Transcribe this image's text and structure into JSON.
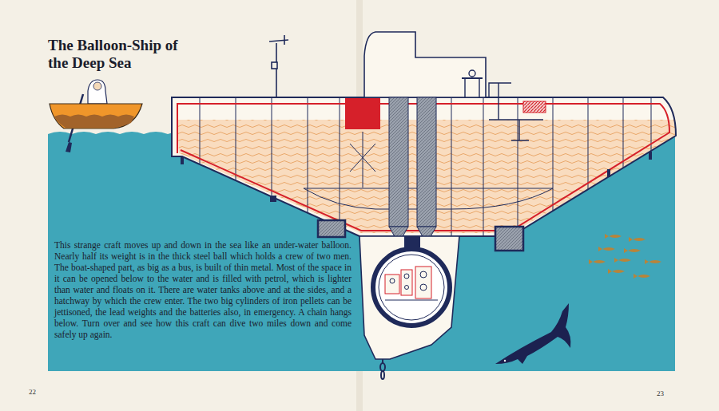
{
  "diagram": {
    "title": "The Balloon-Ship of the Deep Sea",
    "labels": [
      "This strange craft moves up and down in the sea like an under-water balloon. Nearly half its weight is in the thick steel ball which holds a crew of two men. The boat-shaped part, as big as a bus, is built of thin metal. Most of the space in it can be opened below to the water and is filled with petrol, which is lighter than water and floats on it. There are water tanks above and at the sides, and a hatchway by which the crew enter. The two big cylinders of iron pellets can be jettisoned, the lead weights and the batteries also, in emergency. A chain hangs below. Turn over and see how this craft can dive two miles down and come safely up again.",
      "22",
      "23"
    ]
  }
}
